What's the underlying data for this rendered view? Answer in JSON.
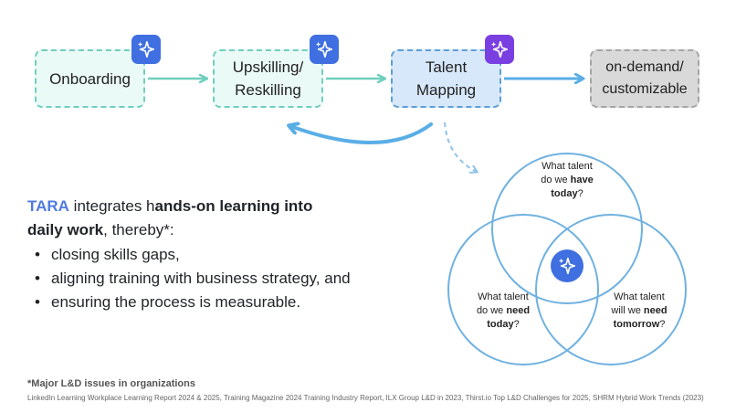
{
  "flow": {
    "steps": [
      {
        "label": "Onboarding"
      },
      {
        "label": "Upskilling/\nReskilling"
      },
      {
        "label": "Talent\nMapping"
      },
      {
        "label": "on-demand/\ncustomizable"
      }
    ],
    "badge_icon": "sparkle-icon",
    "colors": {
      "teal": "#6fcfbd",
      "blue": "#5e9fd6",
      "arrow": "#5aaee6",
      "badge_blue": "#3f6fe0",
      "badge_purple": "#7a3fe0"
    }
  },
  "text": {
    "brand": "TARA",
    "intro_mid": " integrates h",
    "intro_bold": "ands-on learning into",
    "line2_bold": "daily work",
    "line2_rest": ", thereby*:",
    "bullets": [
      "closing skills gaps,",
      "aligning training with business strategy, and",
      "ensuring the process is measurable."
    ]
  },
  "venn": {
    "top": {
      "pre": "What talent\ndo we ",
      "bold": "have",
      "bold2": "today",
      "post": "?"
    },
    "left": {
      "pre": "What talent\ndo we ",
      "bold": "need",
      "bold2": "today",
      "post": "?"
    },
    "right": {
      "pre": "What talent\nwill we ",
      "bold": "need",
      "bold2": "tomorrow",
      "post": "?"
    }
  },
  "footnote": {
    "title": "*Major L&D issues in organizations",
    "sources": "LinkedIn Learning Workplace Learning Report 2024 & 2025, Training Magazine 2024 Training Industry Report, ILX Group L&D in 2023, Thirst.io Top L&D Challenges for 2025, SHRM Hybrid Work Trends (2023)"
  }
}
